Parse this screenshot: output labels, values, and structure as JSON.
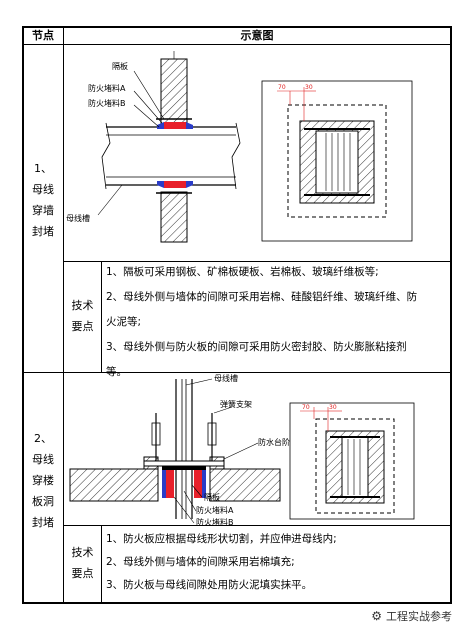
{
  "table": {
    "headers": {
      "node": "节点",
      "diagram": "示意图"
    },
    "rows": [
      {
        "node_lines": [
          "1、",
          "母线",
          "穿墙",
          "封堵"
        ],
        "diagram_labels": {
          "partition": "隔板",
          "fire_a": "防火堵料A",
          "fire_b": "防火堵料B",
          "busbar_slot": "母线槽",
          "dim_top": "70",
          "dim_top2": "30"
        },
        "tech_label": [
          "技术",
          "要点"
        ],
        "notes": [
          "1、隔板可采用钢板、矿棉板硬板、岩棉板、玻璃纤维板等;",
          "2、母线外侧与墙体的间隙可采用岩棉、硅酸铝纤维、玻璃纤维、防",
          "火泥等;",
          "3、母线外侧与防火板的间隙可采用防火密封胶、防火膨胀粘接剂",
          "等。"
        ]
      },
      {
        "node_lines": [
          "2、",
          "母线",
          "穿楼",
          "板洞",
          "封堵"
        ],
        "diagram_labels": {
          "busbar_slot": "母线槽",
          "spring_bracket": "弹簧支架",
          "water_step": "防水台阶",
          "partition": "隔板",
          "fire_a": "防火堵料A",
          "fire_b": "防火堵料B",
          "dim_top": "70",
          "dim_top2": "30"
        },
        "tech_label": [
          "技术",
          "要点"
        ],
        "notes": [
          "1、防火板应根据母线形状切割，并应伸进母线内;",
          "2、母线外侧与墙体的间隙采用岩棉填充;",
          "3、防火板与母线间隙处用防火泥填实抹平。"
        ]
      }
    ]
  },
  "watermark": {
    "text": "工程实战参考"
  },
  "colors": {
    "fire_red": "#e8202a",
    "fire_blue": "#2a3cc8",
    "border": "#000000"
  }
}
